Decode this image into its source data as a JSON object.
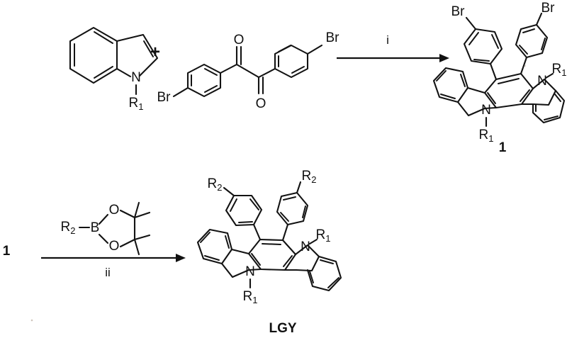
{
  "document": {
    "kind": "chemical-reaction-scheme",
    "title": "Synthesis of LGY via indolo[3,2-b]carbazole intermediate 1",
    "background_color": "#ffffff",
    "line_color": "#131313"
  },
  "labels": {
    "plus": "+",
    "condition_i": "i",
    "condition_ii": "ii",
    "product_1": "1",
    "reactant_1_ref": "1",
    "product_final": "LGY",
    "atom_N": "N",
    "atom_O": "O",
    "atom_B": "B",
    "atom_Br": "Br",
    "group_R": "R",
    "sub_1": "1",
    "sub_2": "2"
  },
  "scheme": {
    "step_1": {
      "reactants": [
        {
          "name": "1-substituted indole",
          "formula_note": "indole with N-R1"
        },
        {
          "name": "4,4'-dibromobenzil",
          "formula_note": "1,2-bis(4-bromophenyl)ethane-1,2-dione"
        }
      ],
      "conditions": "i",
      "product": {
        "name": "compound 1",
        "label": "1",
        "formula_note": "5,11-di(R1)-6,12-bis(4-bromophenyl)-indolo[3,2-b]carbazole"
      }
    },
    "step_2": {
      "reactants": [
        {
          "name": "compound 1",
          "label": "1"
        },
        {
          "name": "R2 pinacol boronate ester",
          "formula_note": "R2-Bpin"
        }
      ],
      "conditions": "ii",
      "product": {
        "name": "LGY",
        "label": "LGY",
        "formula_note": "5,11-di(R1)-6,12-bis(4-R2-phenyl)-indolo[3,2-b]carbazole"
      }
    }
  },
  "icons": {
    "reaction_arrow_1": "right-arrow-icon",
    "reaction_arrow_2": "right-arrow-icon"
  }
}
